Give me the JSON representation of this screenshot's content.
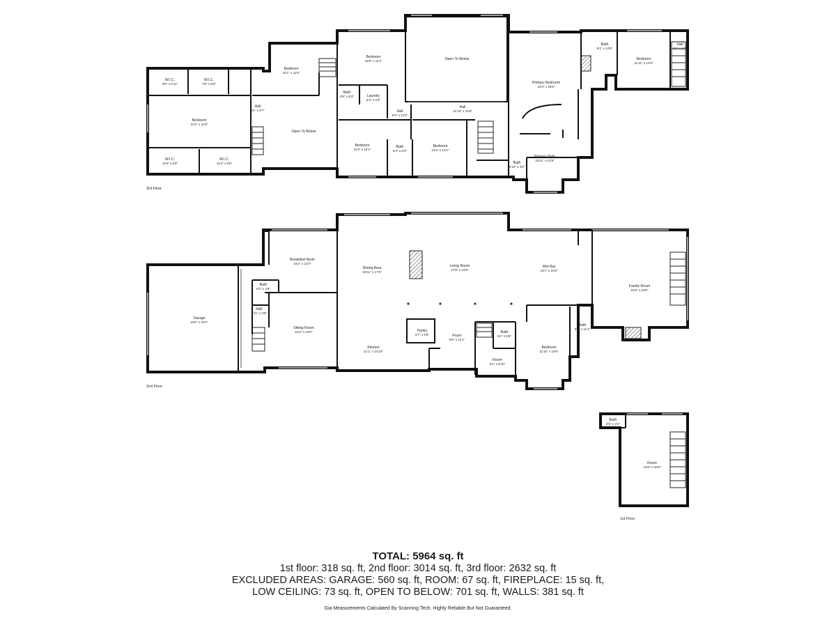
{
  "floors": {
    "third": {
      "label": "3rd Floor",
      "rooms": [
        {
          "id": "r3_wic1",
          "name": "W.I.C.",
          "dim": "9'8\" x 5'11\""
        },
        {
          "id": "r3_wic2",
          "name": "W.I.C.",
          "dim": "7'8\" x 6'0\""
        },
        {
          "id": "r3_bed_top",
          "name": "Bedroom",
          "dim": "15'1\" x 11'5\""
        },
        {
          "id": "r3_bed_mid",
          "name": "Bedroom",
          "dim": "15'6\" x 11'4\""
        },
        {
          "id": "r3_otb1",
          "name": "Open To Below",
          "dim": ""
        },
        {
          "id": "r3_primary",
          "name": "Primary Bedroom",
          "dim": "19'3\" x 25'5\""
        },
        {
          "id": "r3_bath_ne",
          "name": "Bath",
          "dim": "8'1\" x 12'9\""
        },
        {
          "id": "r3_bed_ne",
          "name": "Bedroom",
          "dim": "11'11\" x 12'9\""
        },
        {
          "id": "r3_hall_ne",
          "name": "Hall",
          "dim": "3'6\" x 5'1\""
        },
        {
          "id": "r3_bed_w",
          "name": "Bedroom",
          "dim": "23'2\" x 11'8\""
        },
        {
          "id": "r3_hall_w",
          "name": "Hall",
          "dim": "3'1\" x 6'7\""
        },
        {
          "id": "r3_otb2",
          "name": "Open To Below",
          "dim": ""
        },
        {
          "id": "r3_bath_c",
          "name": "Bath",
          "dim": "4'9\" x 8'3\""
        },
        {
          "id": "r3_laundry",
          "name": "Laundry",
          "dim": "8'4\" x 8'3\""
        },
        {
          "id": "r3_hall_c",
          "name": "Hall",
          "dim": "5'4\" x 12'0\""
        },
        {
          "id": "r3_hall_big",
          "name": "Hall",
          "dim": "21'10\" x 16'9\""
        },
        {
          "id": "r3_bed_s1",
          "name": "Bedroom",
          "dim": "11'6\" x 12'1\""
        },
        {
          "id": "r3_bath_s",
          "name": "Bath",
          "dim": "5'4\" x 8'4\""
        },
        {
          "id": "r3_bed_s2",
          "name": "Bedroom",
          "dim": "14'4\" x 12'1\""
        },
        {
          "id": "r3_wic3",
          "name": "W.I.C.",
          "dim": "11'6\" x 5'8\""
        },
        {
          "id": "r3_wic4",
          "name": "W.I.C.",
          "dim": "11'4\" x 5'8\""
        },
        {
          "id": "r3_bath_sm",
          "name": "Bath",
          "dim": "2'10\" x 4'6\""
        },
        {
          "id": "r3_pbath",
          "name": "Primary Bath",
          "dim": "15'11\" x 12'9\""
        }
      ]
    },
    "second": {
      "label": "2nd Floor",
      "rooms": [
        {
          "id": "r2_nook",
          "name": "Breakfast Nook",
          "dim": "15'2\" x 14'0\""
        },
        {
          "id": "r2_dining",
          "name": "Dining Area",
          "dim": "15'11\" x 17'6\""
        },
        {
          "id": "r2_living",
          "name": "Living Room",
          "dim": "27'8\" x 24'8\""
        },
        {
          "id": "r2_wetbar",
          "name": "Wet Bar",
          "dim": "19'7\" x 16'8\""
        },
        {
          "id": "r2_family",
          "name": "Family Room",
          "dim": "24'9\" x 23'6\""
        },
        {
          "id": "r2_bath1",
          "name": "Bath",
          "dim": "6'2\" x 4'5\""
        },
        {
          "id": "r2_hall",
          "name": "Hall",
          "dim": "3'11\" x 4'8\""
        },
        {
          "id": "r2_garage",
          "name": "Garage",
          "dim": "23'0\" x 24'0\""
        },
        {
          "id": "r2_sitting",
          "name": "Sitting Room",
          "dim": "15'2\" x 16'8\""
        },
        {
          "id": "r2_pantry",
          "name": "Pantry",
          "dim": "5'7\" x 5'8\""
        },
        {
          "id": "r2_foyer",
          "name": "Foyer",
          "dim": "9'8\" x 11'1\""
        },
        {
          "id": "r2_bath2",
          "name": "Bath",
          "dim": "5'2\" x 5'8\""
        },
        {
          "id": "r2_bath3",
          "name": "Bath",
          "dim": "5'0\" x 11'1\""
        },
        {
          "id": "r2_kitchen",
          "name": "Kitchen",
          "dim": "21'1\" x 14'10\""
        },
        {
          "id": "r2_room",
          "name": "Room",
          "dim": "9'1\" x 8'10\""
        },
        {
          "id": "r2_bedroom",
          "name": "Bedroom",
          "dim": "11'10\" x 19'6\""
        }
      ]
    },
    "first": {
      "label": "1st Floor",
      "rooms": [
        {
          "id": "r1_bath",
          "name": "Bath",
          "dim": "4'5\" x 3'1\""
        },
        {
          "id": "r1_room",
          "name": "Room",
          "dim": "14'8\" x 20'8\""
        }
      ]
    }
  },
  "summary": {
    "total": "TOTAL: 5964 sq. ft",
    "line1": "1st floor: 318 sq. ft, 2nd floor: 3014 sq. ft, 3rd floor: 2632 sq. ft",
    "line2": "EXCLUDED AREAS: GARAGE: 560 sq. ft, ROOM: 67 sq. ft, FIREPLACE: 15 sq. ft,",
    "line3": "LOW CEILING: 73 sq. ft, OPEN TO BELOW: 701 sq. ft, WALLS: 381 sq. ft",
    "note": "Gia Measurements Calculated By Scanning Tech. Highly Reliable But Not Guaranteed."
  }
}
